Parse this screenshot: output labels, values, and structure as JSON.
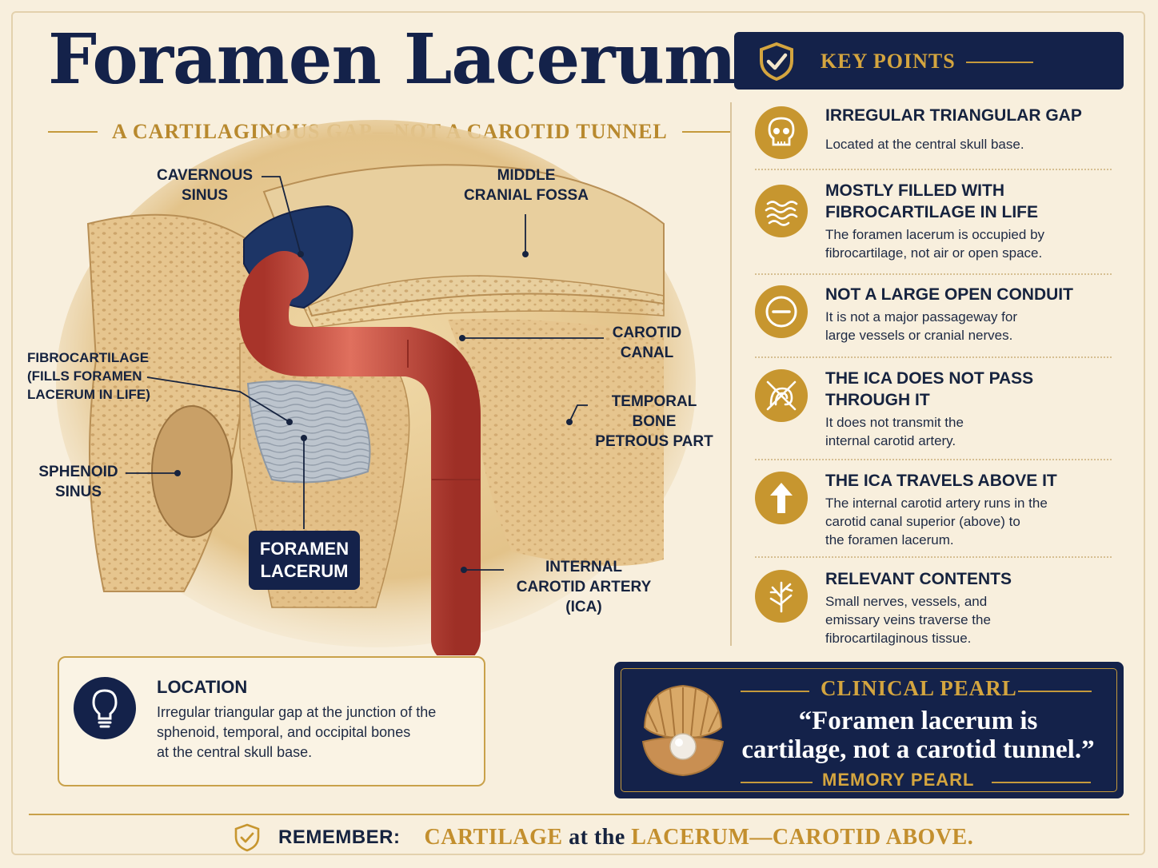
{
  "title": "Foramen Lacerum",
  "subtitle": "A CARTILAGINOUS GAP—NOT A CAROTID TUNNEL",
  "diagram": {
    "labels": {
      "cavernous_sinus": "CAVERNOUS\nSINUS",
      "middle_cranial_fossa": "MIDDLE\nCRANIAL FOSSA",
      "carotid_canal": "CAROTID\nCANAL",
      "fibrocartilage": "FIBROCARTILAGE\n(FILLS FORAMEN\nLACERUM IN LIFE)",
      "temporal_bone": "TEMPORAL BONE\nPETROUS PART",
      "sphenoid_sinus": "SPHENOID\nSINUS",
      "foramen_lacerum": "FORAMEN\nLACERUM",
      "ica": "INTERNAL\nCAROTID ARTERY\n(ICA)"
    }
  },
  "key_points": {
    "header": "KEY POINTS",
    "header_icon": "shield-check-icon",
    "items": [
      {
        "icon": "skull-icon",
        "heading": "IRREGULAR TRIANGULAR GAP",
        "text": "Located at the central skull base."
      },
      {
        "icon": "waves-icon",
        "heading": "MOSTLY FILLED WITH\nFIBROCARTILAGE IN LIFE",
        "text": "The foramen lacerum is occupied by\nfibrocartilage, not air or open space."
      },
      {
        "icon": "minus-circle-icon",
        "heading": "NOT A LARGE OPEN CONDUIT",
        "text": "It is not a major passageway for\nlarge vessels or cranial nerves."
      },
      {
        "icon": "no-vessel-icon",
        "heading": "THE ICA DOES NOT PASS\nTHROUGH IT",
        "text": "It does not transmit the\ninternal carotid artery."
      },
      {
        "icon": "arrow-up-icon",
        "heading": "THE ICA TRAVELS ABOVE IT",
        "text": "The internal carotid artery runs in the\ncarotid canal superior (above) to\nthe foramen lacerum."
      },
      {
        "icon": "nerve-branch-icon",
        "heading": "RELEVANT CONTENTS",
        "text": "Small nerves, vessels, and\nemissary veins traverse the\nfibrocartilaginous tissue."
      }
    ]
  },
  "location": {
    "icon": "lightbulb-icon",
    "title": "LOCATION",
    "text": "Irregular triangular gap at the junction of the\nsphenoid, temporal, and occipital bones\nat the central skull base."
  },
  "clinical_pearl": {
    "icon": "pearl-shell-icon",
    "header": "CLINICAL PEARL",
    "quote": "“Foramen lacerum is\ncartilage, not a carotid tunnel.”",
    "caption": "MEMORY PEARL"
  },
  "footer": {
    "icon": "shield-check-icon",
    "label": "REMEMBER:",
    "w1": "CARTILAGE",
    "w2": " at the ",
    "w3": "LACERUM—CAROTID ABOVE."
  },
  "colors": {
    "navy": "#14224a",
    "gold": "#c7962f",
    "artery": "#c9493a",
    "bone": "#e6c88f",
    "cartilage": "#b9c2cc"
  }
}
